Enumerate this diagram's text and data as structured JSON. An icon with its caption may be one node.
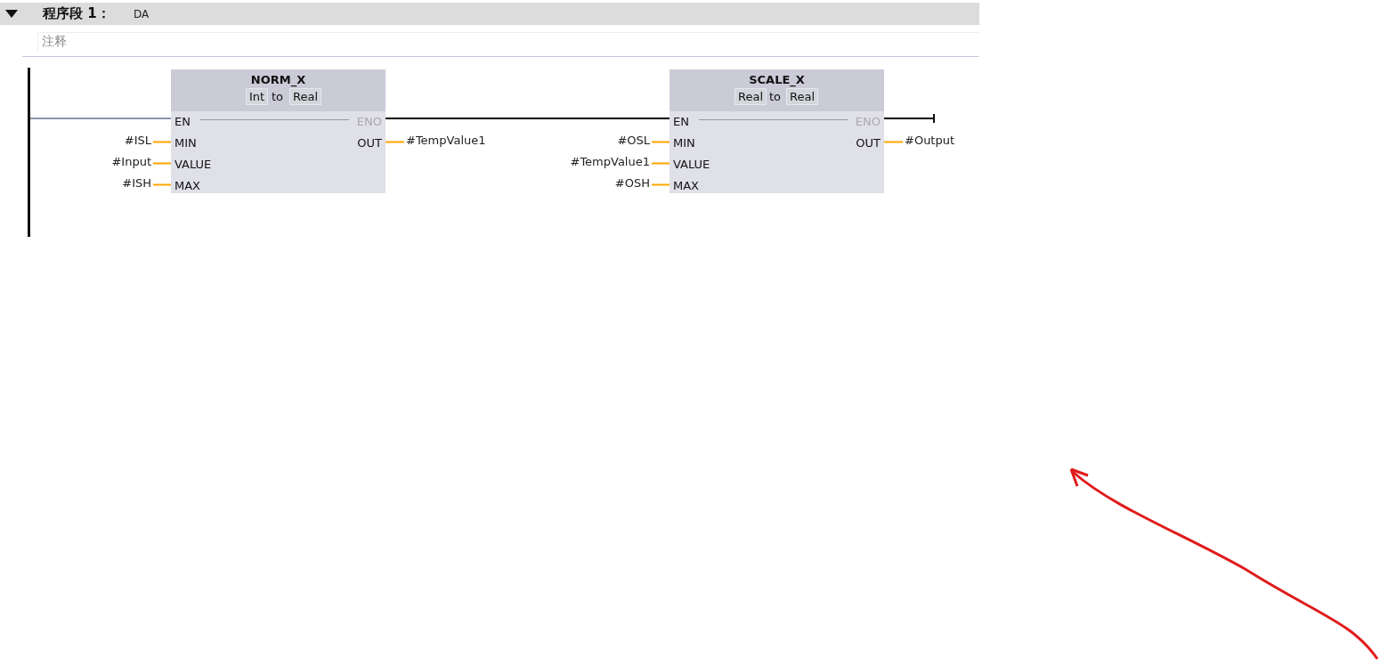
{
  "diagram": {
    "nodes": [
      {
        "text": [],
        "shape": "bar"
      },
      {
        "text": [
          "NORM_X",
          "to",
          "EN",
          "ENO",
          "MIN",
          "OUT",
          "VALUE",
          "MAX"
        ]
      },
      {
        "text": [
          "Int"
        ],
        "in": 1
      },
      {
        "text": [
          "Real"
        ],
        "in": 1
      },
      {
        "text": [
          "#ISL"
        ]
      },
      {
        "text": [
          "#Input"
        ]
      },
      {
        "text": [
          "#ISH"
        ]
      },
      {
        "text": [
          "#TempValue1"
        ]
      },
      {
        "text": [
          "SCALE_X",
          "to",
          "EN",
          "ENO",
          "MIN",
          "OUT",
          "VALUE",
          "MAX"
        ]
      },
      {
        "text": [
          "Real"
        ],
        "in": 8
      },
      {
        "text": [
          "Real"
        ],
        "in": 8
      },
      {
        "text": [
          "#OSL"
        ]
      },
      {
        "text": [
          "#TempValue1"
        ]
      },
      {
        "text": [
          "#OSH"
        ]
      },
      {
        "text": [
          "#Output"
        ]
      },
      {
        "text": [],
        "shape": "bar"
      }
    ],
    "edges": [
      {
        "from": 0,
        "to": 1,
        "arrow": "none",
        "color": "#8c93a8"
      },
      {
        "from": 4,
        "to": 1,
        "arrow": "none"
      },
      {
        "from": 5,
        "to": 1,
        "arrow": "none"
      },
      {
        "from": 6,
        "to": 1,
        "arrow": "none"
      },
      {
        "from": 1,
        "to": 7,
        "arrow": "none"
      },
      {
        "from": 1,
        "to": 8,
        "arrow": "none",
        "color": "#000000"
      },
      {
        "from": 11,
        "to": 8,
        "arrow": "none"
      },
      {
        "from": 12,
        "to": 8,
        "arrow": "none"
      },
      {
        "from": 13,
        "to": 8,
        "arrow": "none"
      },
      {
        "from": 8,
        "to": 14,
        "arrow": "none"
      },
      {
        "from": 8,
        "to": 15,
        "arrow": "none",
        "color": "#000000"
      }
    ],
    "labels": [
      "程序段 1：",
      "DA",
      "注释"
    ]
  }
}
